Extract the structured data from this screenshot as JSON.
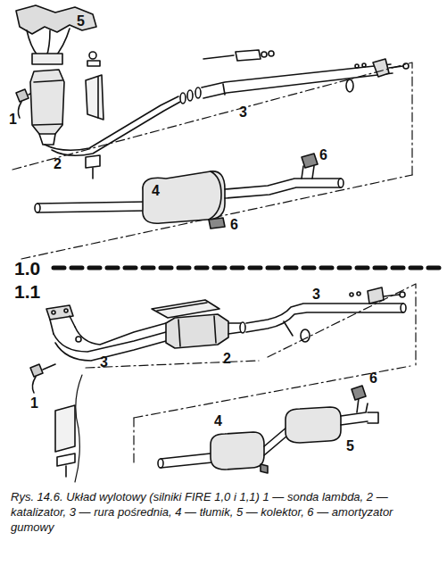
{
  "diagram": {
    "caption": "Rys. 14.6. Układ wylotowy (silniki FIRE 1,0 i 1,1) 1 — sonda lambda, 2 — katalizator, 3 — rura pośrednia, 4 — tłumik, 5 — kolektor, 6 — amortyzator gumowy",
    "labels": [
      "5",
      "1",
      "2",
      "3",
      "6",
      "4",
      "6",
      "1.0",
      "1.1",
      "3",
      "3",
      "1",
      "2",
      "6",
      "4",
      "5"
    ]
  }
}
